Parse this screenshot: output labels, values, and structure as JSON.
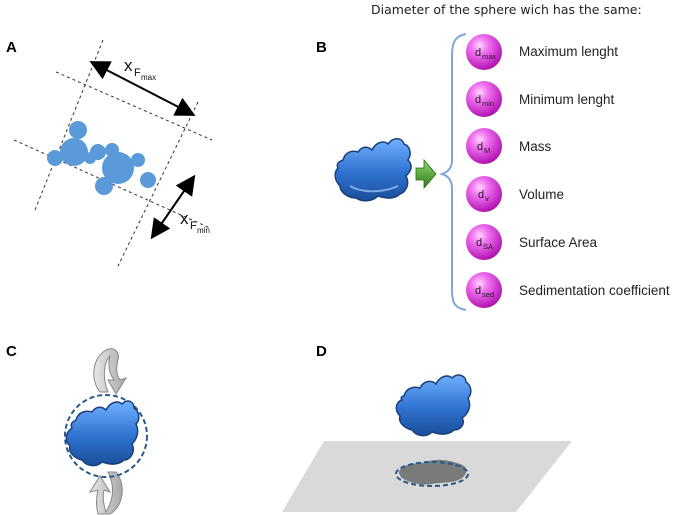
{
  "panels": {
    "a": {
      "letter": "A",
      "x_symbol": "x",
      "f_symbol": "F",
      "max_sub": "max",
      "min_sub": "min"
    },
    "b": {
      "letter": "B",
      "header": "Diameter of the sphere wich has the same:",
      "items": [
        {
          "symbol": "d",
          "sub": "max",
          "label": "Maximum lenght"
        },
        {
          "symbol": "d",
          "sub": "min",
          "label": "Minimum lenght"
        },
        {
          "symbol": "d",
          "sub": "M",
          "label": "Mass"
        },
        {
          "symbol": "d",
          "sub": "v",
          "label": "Volume"
        },
        {
          "symbol": "d",
          "sub": "SA",
          "label": "Surface Area"
        },
        {
          "symbol": "d",
          "sub": "sed",
          "label": "Sedimentation coefficient"
        }
      ]
    },
    "c": {
      "letter": "C"
    },
    "d": {
      "letter": "D"
    }
  },
  "colors": {
    "particle_blue": "#3f7fcf",
    "aggregate_blue": "#5a9ad8",
    "sphere_magenta": "#e040e0",
    "bracket_blue": "#7fa8d8",
    "arrow_green": "#4a9a2a",
    "plane_gray": "#d9d9d9",
    "shadow_gray": "#7a7a7a",
    "circle_dash": "#2a5a8a"
  }
}
